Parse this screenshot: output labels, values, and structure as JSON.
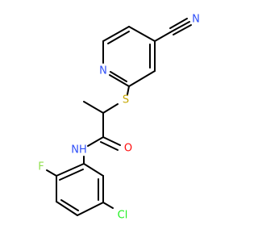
{
  "molecule": {
    "atoms": {
      "nitrile_n": "N",
      "pyridine_n": "N",
      "thioether_s": "S",
      "amide_nh": "NH",
      "carbonyl_o": "O",
      "fluorine": "F",
      "chlorine": "Cl"
    },
    "colors": {
      "bond": "#000000",
      "nitrogen": "#3050f8",
      "oxygen": "#ff0d0d",
      "sulfur": "#c6a700",
      "fluorine": "#90e050",
      "chlorine": "#1ff01f"
    }
  }
}
